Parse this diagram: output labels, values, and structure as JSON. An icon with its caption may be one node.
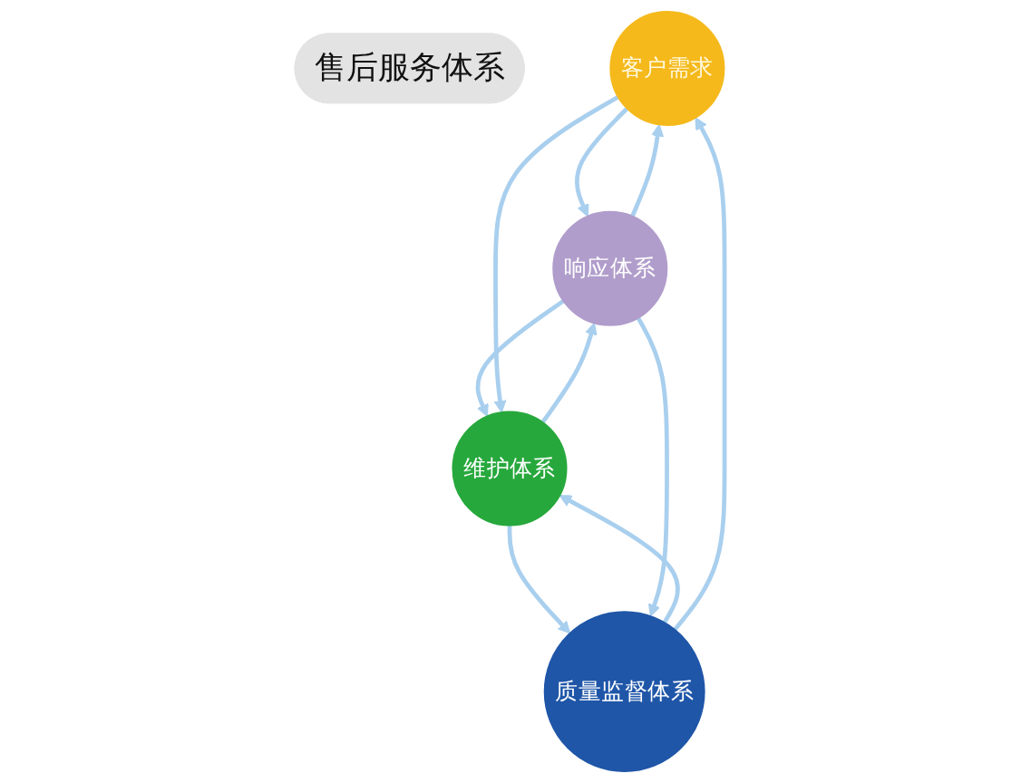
{
  "diagram": {
    "nodes": [
      {
        "text": [
          "售后服务体系"
        ]
      },
      {
        "text": [
          "客户需求"
        ]
      },
      {
        "text": [
          "响应体系"
        ]
      },
      {
        "text": [
          "质量监督体系"
        ]
      },
      {
        "text": [
          "维护体系"
        ]
      }
    ],
    "edges": [
      {
        "from": 1,
        "to": 2,
        "arrow": "to"
      },
      {
        "from": 2,
        "to": 1,
        "arrow": "to"
      },
      {
        "from": 2,
        "to": 4,
        "arrow": "to"
      },
      {
        "from": 4,
        "to": 2,
        "arrow": "to"
      },
      {
        "from": 4,
        "to": 3,
        "arrow": "to"
      },
      {
        "from": 3,
        "to": 4,
        "arrow": "to"
      },
      {
        "from": 3,
        "to": 1,
        "arrow": "to"
      },
      {
        "from": 1,
        "to": 4,
        "arrow": "to"
      },
      {
        "from": 2,
        "to": 3,
        "arrow": "to"
      }
    ]
  }
}
